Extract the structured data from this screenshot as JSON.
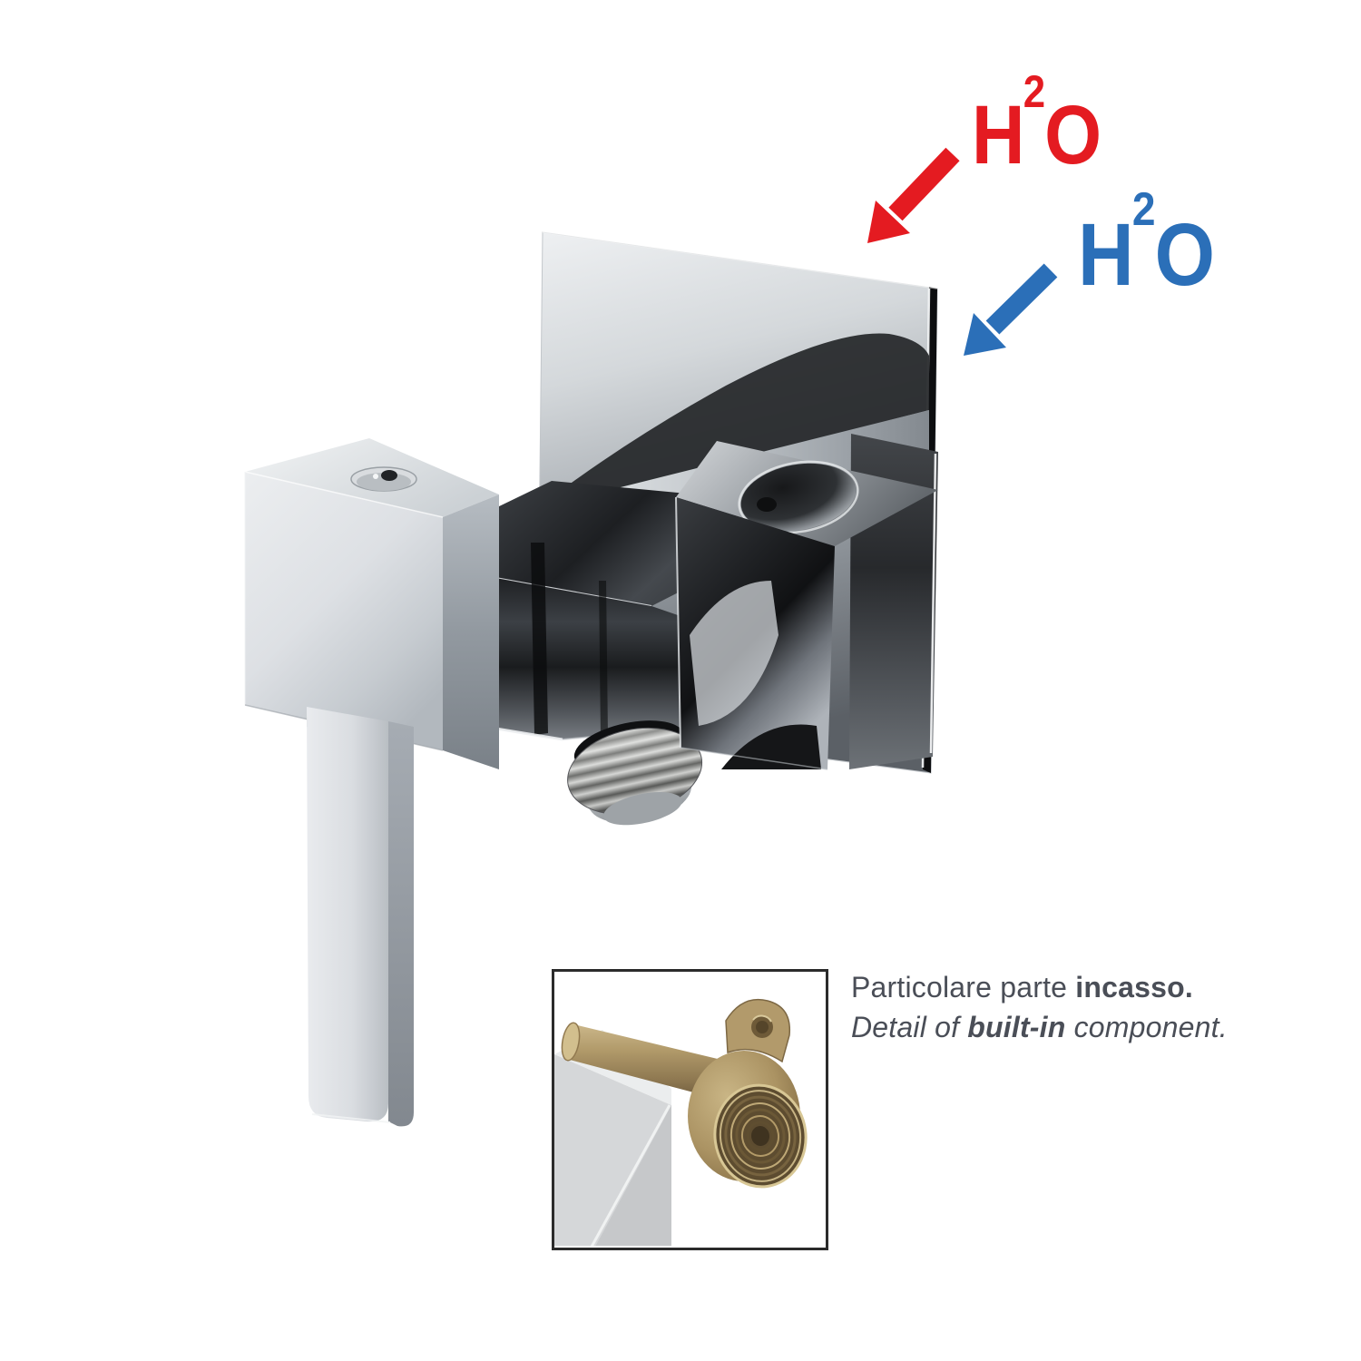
{
  "figure": {
    "type": "annotated product photo",
    "subject": "square concealed shower mixer with hand-shower holder, water outlet and lever handle",
    "background_color": "#ffffff"
  },
  "annotations": {
    "hot_water": {
      "formula_h": "H",
      "formula_sup": "2",
      "formula_o": "O",
      "color": "#e41b21",
      "arrow_icon": "diagonal-arrow-down-left"
    },
    "cold_water": {
      "formula_h": "H",
      "formula_sup": "2",
      "formula_o": "O",
      "color": "#2b6fb8",
      "arrow_icon": "diagonal-arrow-down-left"
    }
  },
  "inset": {
    "caption_italian_regular": "Particolare parte ",
    "caption_italian_bold": "incasso.",
    "caption_english_pre": "Detail of ",
    "caption_english_bold": "built-in",
    "caption_english_post": " component.",
    "caption_color": "#4a4e57",
    "content": "brass built-in elbow fitting with threaded opening, mounting lug and chrome block"
  },
  "colors": {
    "hot_accent": "#e41b21",
    "cold_accent": "#2b6fb8",
    "chrome_light": "#eef0f2",
    "chrome_dark": "#1d1f22",
    "brass": "#ab9363",
    "inset_border": "#2b2b2b"
  }
}
